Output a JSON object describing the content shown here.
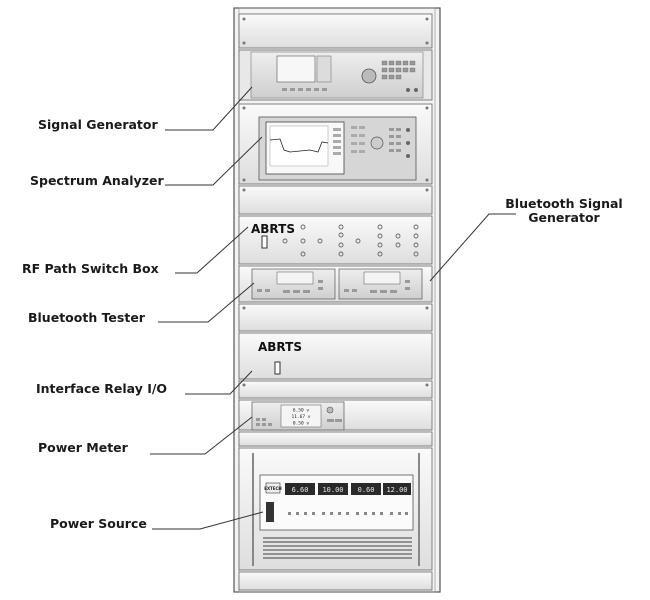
{
  "labels": {
    "signal_generator": "Signal Generator",
    "spectrum_analyzer": "Spectrum Analyzer",
    "rf_path_switch_box": "RF Path Switch Box",
    "bluetooth_tester": "Bluetooth Tester",
    "interface_relay_io": "Interface Relay I/O",
    "power_meter": "Power Meter",
    "power_source": "Power Source",
    "bluetooth_signal_generator": "Bluetooth Signal Generator"
  },
  "panel_text": {
    "abrts_switch": "ABRTS",
    "abrts_relay": "ABRTS",
    "power_source_brand": "EXTECH",
    "power_source_readouts": [
      "6.60",
      "10.00",
      "0.60",
      "12.00"
    ],
    "power_meter_readouts": [
      "6.50 v",
      "11.67 v",
      "0.50 v"
    ]
  },
  "colors": {
    "rack_fill": "#f3f3f3",
    "rack_stroke": "#555555",
    "callout_line": "#333333",
    "label_text": "#1a1a1a"
  }
}
